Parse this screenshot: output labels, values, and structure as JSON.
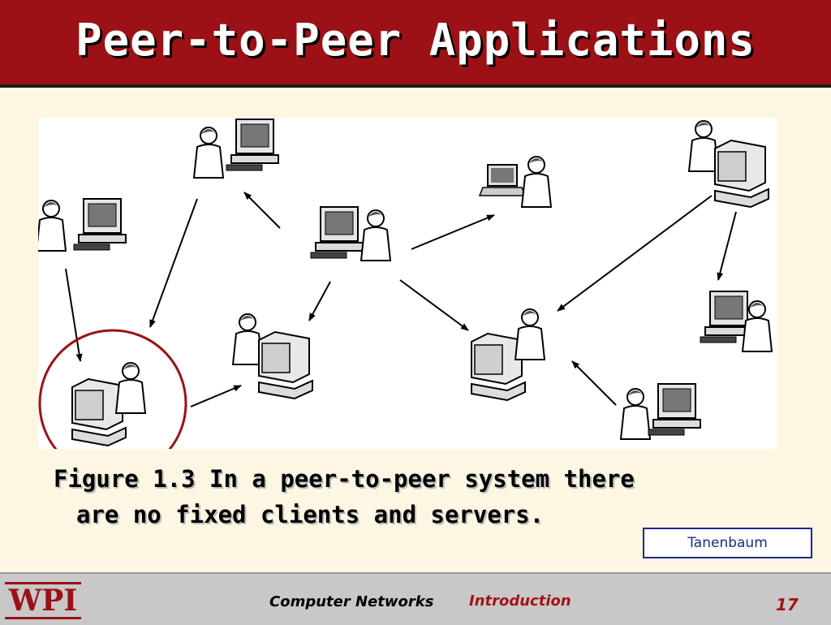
{
  "title": "Peer-to-Peer Applications",
  "caption": {
    "line1": "Figure 1.3 In  a peer-to-peer system there",
    "line2": "are no fixed clients and servers."
  },
  "credit": "Tanenbaum",
  "footer": {
    "logo": "WPI",
    "course": "Computer Networks",
    "section": "Introduction",
    "page": "17"
  },
  "colors": {
    "header": "#9b1116",
    "background": "#fdf6e3",
    "accent": "#a51218",
    "credit_border": "#1a2a8a"
  }
}
